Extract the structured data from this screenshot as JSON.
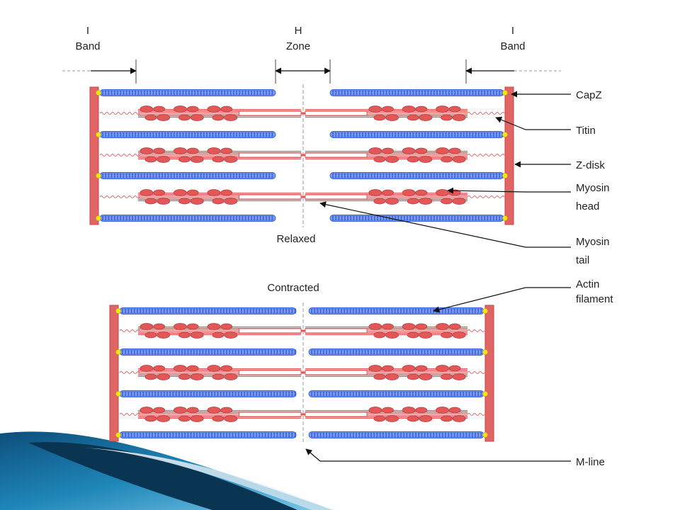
{
  "colors": {
    "actin": "#3a63d8",
    "actin_light": "#7e9cf0",
    "myosin": "#e25858",
    "myosin_dark": "#b83a3a",
    "zdisk": "#e26565",
    "capz": "#f3e31c",
    "arrow": "#111111",
    "mline": "#9a9a9a",
    "titin": "#e26a6a"
  },
  "labels": {
    "i_band_left_1": "I",
    "i_band_left_2": "Band",
    "h_zone_1": "H",
    "h_zone_2": "Zone",
    "i_band_right_1": "I",
    "i_band_right_2": "Band",
    "capz": "CapZ",
    "titin": "Titin",
    "zdisk": "Z-disk",
    "myosin_head_1": "Myosin",
    "myosin_head_2": "head",
    "myosin_tail_1": "Myosin",
    "myosin_tail_2": "tail",
    "relaxed": "Relaxed",
    "contracted": "Contracted",
    "actin_1": "Actin",
    "actin_2": "filament",
    "mline": "M-line"
  }
}
